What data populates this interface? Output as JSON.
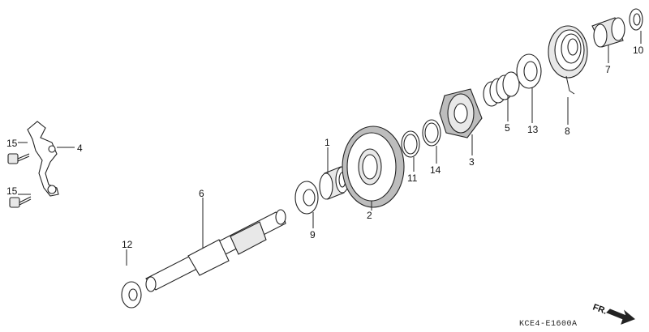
{
  "labels": {
    "p1": "1",
    "p2": "2",
    "p3": "3",
    "p4": "4",
    "p5": "5",
    "p6": "6",
    "p7": "7",
    "p8": "8",
    "p9": "9",
    "p10": "10",
    "p11": "11",
    "p12": "12",
    "p13": "13",
    "p14": "14",
    "p15a": "15",
    "p15b": "15"
  },
  "diagram_code": "KCE4-E1600A",
  "direction": {
    "label": "FR."
  }
}
